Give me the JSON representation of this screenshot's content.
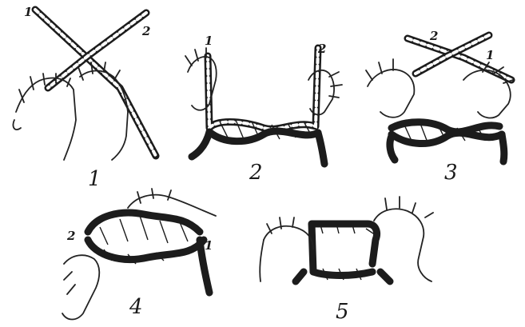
{
  "steps": [
    {
      "number": "1",
      "ends": [
        "1",
        "2"
      ]
    },
    {
      "number": "2",
      "ends": [
        "1",
        "2"
      ]
    },
    {
      "number": "3",
      "ends": [
        "2",
        "1"
      ]
    },
    {
      "number": "4",
      "ends": [
        "2",
        "1"
      ]
    },
    {
      "number": "5",
      "ends": []
    }
  ]
}
